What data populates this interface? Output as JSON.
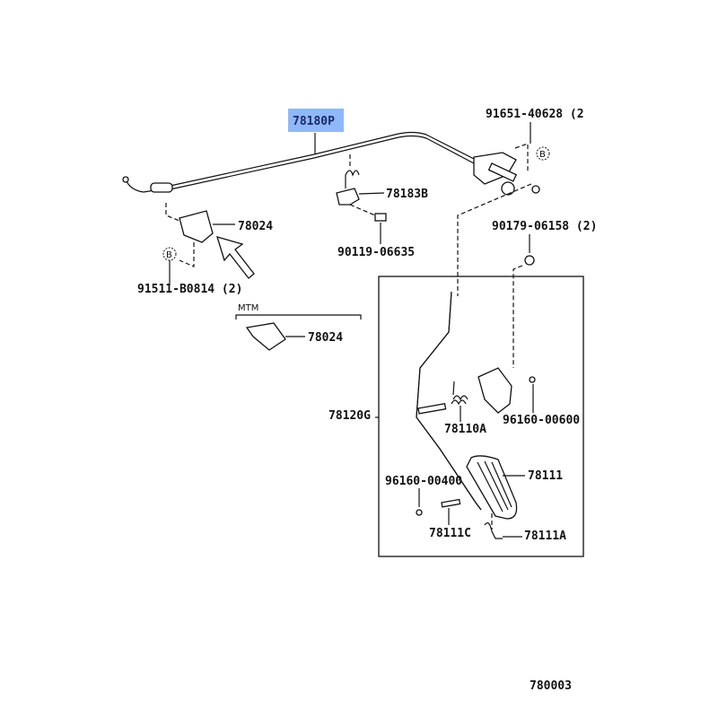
{
  "diagram": {
    "highlight_color": "#8fb8f8",
    "ref_letter": "B",
    "parts": {
      "cable": "78180P",
      "nut_top": "91651-40628 (2",
      "clamp": "78183B",
      "bracket_upper": "78024",
      "bolt_clamp": "90119-06635",
      "nut_pedal": "90179-06158 (2)",
      "bolt_bracket": "91511-B0814 (2)",
      "mtm_label": "MTM",
      "bracket_mtm": "78024",
      "pedal_arm": "78120G",
      "spring": "78110A",
      "clip_right": "96160-00600",
      "pedal_pad": "78111",
      "clip_left": "96160-00400",
      "pin": "78111C",
      "spring_pad": "78111A"
    },
    "figure_number": "780003"
  }
}
